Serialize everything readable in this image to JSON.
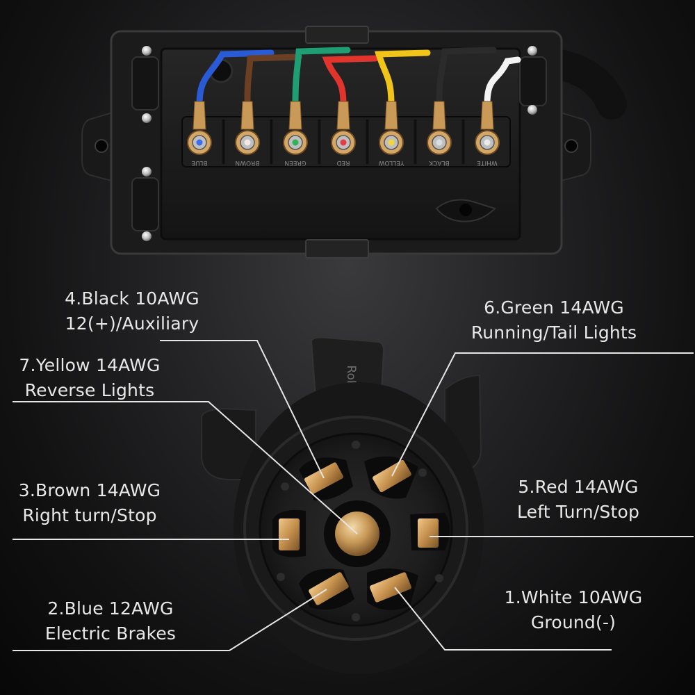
{
  "junction_box": {
    "terminal_stamps": [
      "BLUE",
      "BROWN",
      "GREEN",
      "RED",
      "YELLOW",
      "BLACK",
      "WHITE"
    ],
    "terminals": [
      {
        "wire": "blue",
        "color": "#2a5bd7",
        "dot": "#3b6df0"
      },
      {
        "wire": "brown",
        "color": "#6b3f24",
        "dot": "#f2e6e6"
      },
      {
        "wire": "green",
        "color": "#1e9e72",
        "dot": "#2fb35a"
      },
      {
        "wire": "red",
        "color": "#e0342c",
        "dot": "#e63b4a"
      },
      {
        "wire": "yellow",
        "color": "#f0c419",
        "dot": "#f3d43a"
      },
      {
        "wire": "black",
        "color": "#1a1a1a",
        "dot": "#d9dde0"
      },
      {
        "wire": "white",
        "color": "#f4f4f4",
        "dot": "#e8eaec"
      }
    ]
  },
  "connector": {
    "plug_stamp": "RoHS"
  },
  "pin_labels": [
    {
      "id": "black",
      "line1": "4.Black 10AWG",
      "line2": "12(+)/Auxiliary"
    },
    {
      "id": "green",
      "line1": "6.Green 14AWG",
      "line2": "Running/Tail Lights"
    },
    {
      "id": "yellow",
      "line1": "7.Yellow 14AWG",
      "line2": "Reverse Lights"
    },
    {
      "id": "brown",
      "line1": "3.Brown 14AWG",
      "line2": "Right turn/Stop"
    },
    {
      "id": "red",
      "line1": "5.Red 14AWG",
      "line2": "Left Turn/Stop"
    },
    {
      "id": "blue",
      "line1": "2.Blue 12AWG",
      "line2": "Electric Brakes"
    },
    {
      "id": "white",
      "line1": "1.White  10AWG",
      "line2": "Ground(-)"
    }
  ],
  "colors": {
    "label_text": "#e8e8e8",
    "leader_line": "#e6e6e6",
    "pin_brass": "#c99a57",
    "housing": "#1c1c1c"
  }
}
